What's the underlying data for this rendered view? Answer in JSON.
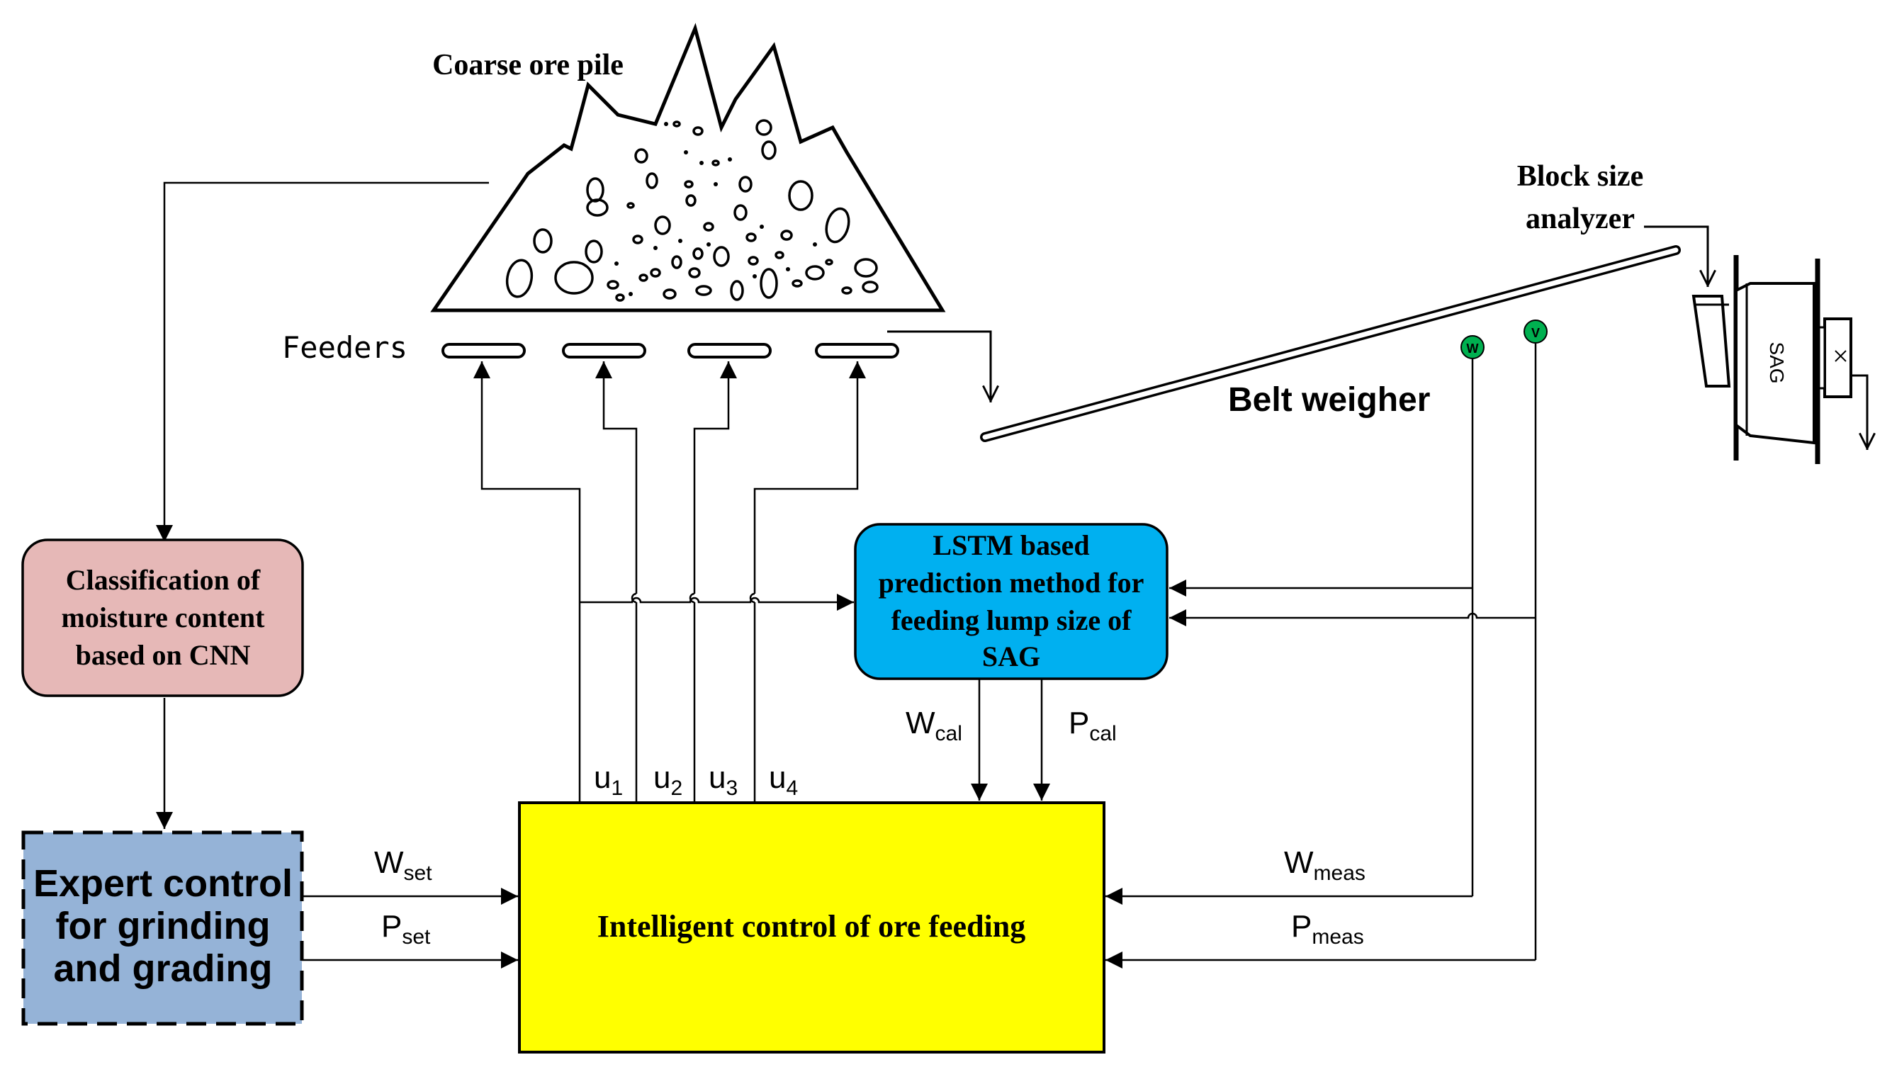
{
  "title": "Coarse ore pile",
  "labels": {
    "feeders": "Feeders",
    "belt_weigher": "Belt weigher",
    "block_size_analyzer_line1": "Block size",
    "block_size_analyzer_line2": "analyzer",
    "sag_mill": "SAG"
  },
  "boxes": {
    "cnn": {
      "lines": [
        "Classification of",
        "moisture content",
        "based on CNN"
      ],
      "fill": "#e6b8b7"
    },
    "expert": {
      "lines": [
        "Expert control",
        "for grinding",
        "and grading"
      ],
      "fill": "#95b3d7"
    },
    "lstm": {
      "lines": [
        "LSTM based",
        "prediction method for",
        "feeding lump size of",
        "SAG"
      ],
      "fill": "#00b0f0"
    },
    "intelligent": {
      "label": "Intelligent control of ore feeding",
      "fill": "#ffff00"
    }
  },
  "signals": {
    "u1": {
      "main": "u",
      "sub": "1"
    },
    "u2": {
      "main": "u",
      "sub": "2"
    },
    "u3": {
      "main": "u",
      "sub": "3"
    },
    "u4": {
      "main": "u",
      "sub": "4"
    },
    "w_cal": {
      "main": "W",
      "sub": "cal"
    },
    "p_cal": {
      "main": "P",
      "sub": "cal"
    },
    "w_set": {
      "main": "W",
      "sub": "set"
    },
    "p_set": {
      "main": "P",
      "sub": "set"
    },
    "w_meas": {
      "main": "W",
      "sub": "meas"
    },
    "p_meas": {
      "main": "P",
      "sub": "meas"
    }
  },
  "colors": {
    "sensor": "#00b050",
    "line": "#000000"
  },
  "icons": {
    "sensor_w": "W",
    "sensor_v": "V"
  }
}
